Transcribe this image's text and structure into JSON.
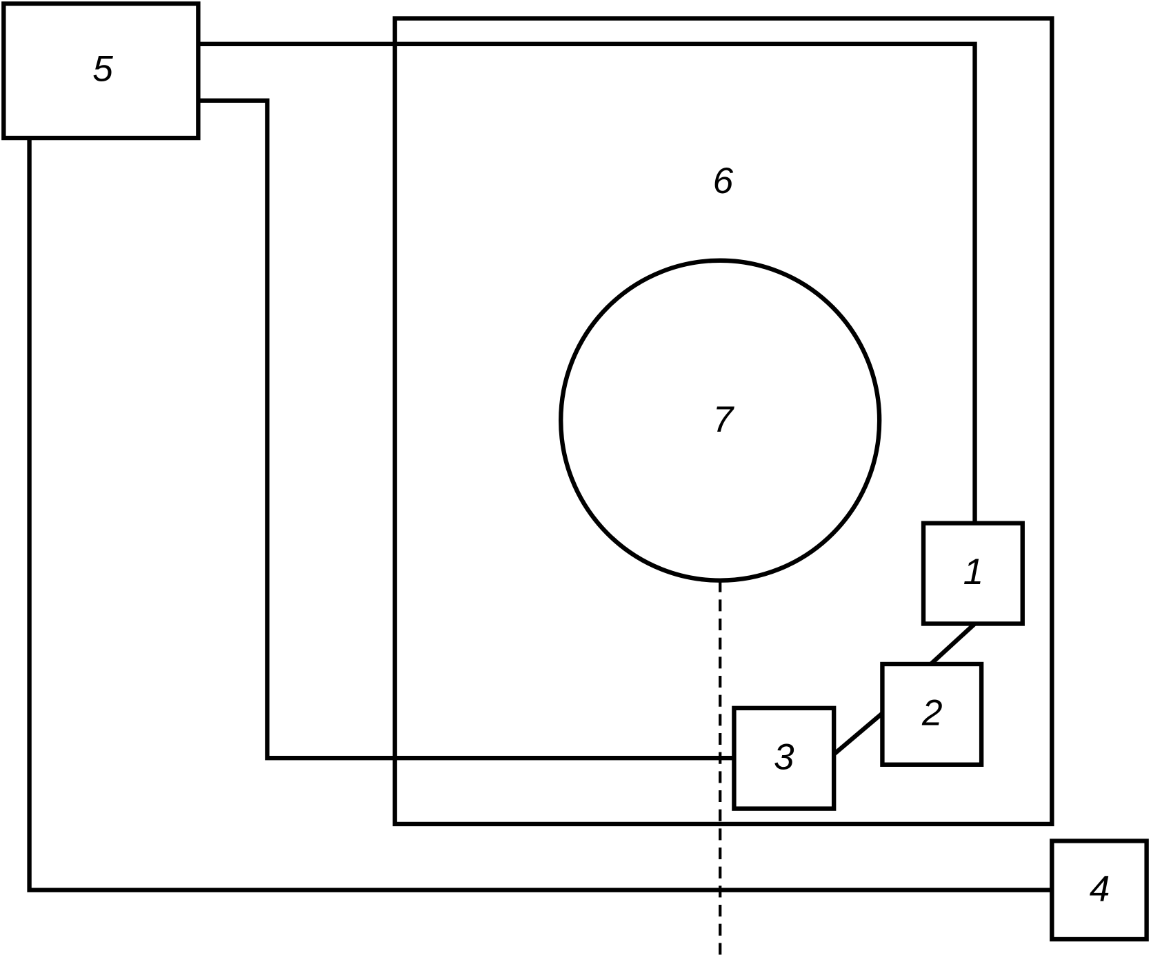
{
  "diagram": {
    "labels": {
      "block1": "1",
      "block2": "2",
      "block3": "3",
      "block4": "4",
      "block5": "5",
      "region6": "6",
      "circle7": "7"
    },
    "stroke_color": "#000000",
    "background_color": "#ffffff"
  }
}
